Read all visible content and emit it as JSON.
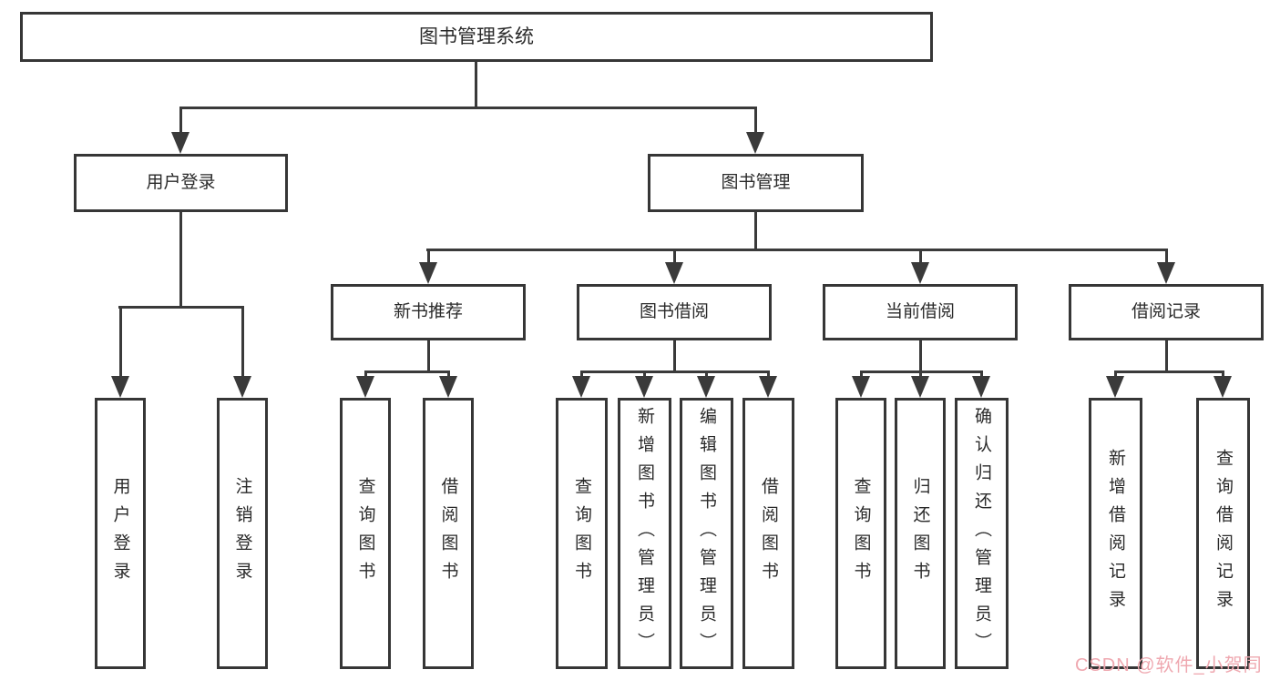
{
  "nodes": {
    "root": {
      "label": "图书管理系统"
    },
    "user_login": {
      "label": "用户登录"
    },
    "book_management": {
      "label": "图书管理"
    },
    "new_book_recommend": {
      "label": "新书推荐"
    },
    "book_borrowing": {
      "label": "图书借阅"
    },
    "current_borrowing": {
      "label": "当前借阅"
    },
    "borrowing_records": {
      "label": "借阅记录"
    },
    "leaf_user_login": {
      "label": "用户登录"
    },
    "leaf_logout": {
      "label": "注销登录"
    },
    "leaf_query_book_recommend": {
      "label": "查询图书"
    },
    "leaf_borrow_book_recommend": {
      "label": "借阅图书"
    },
    "leaf_query_book_borrowing": {
      "label": "查询图书"
    },
    "leaf_add_book": {
      "label": "新增图书（管理员）"
    },
    "leaf_edit_book": {
      "label": "编辑图书（管理员）"
    },
    "leaf_borrow_book_borrowing": {
      "label": "借阅图书"
    },
    "leaf_query_book_current": {
      "label": "查询图书"
    },
    "leaf_return_book": {
      "label": "归还图书"
    },
    "leaf_confirm_return": {
      "label": "确认归还（管理员）"
    },
    "leaf_add_borrow_record": {
      "label": "新增借阅记录"
    },
    "leaf_query_borrow_record": {
      "label": "查询借阅记录"
    }
  },
  "watermark": {
    "text": "CSDN @软件_小贺同学",
    "color": "#efa8b0"
  },
  "colors": {
    "background": "#ffffff",
    "box_border": "#363636",
    "connector_line": "#3a3a3a",
    "text": "#2a2a2a"
  }
}
